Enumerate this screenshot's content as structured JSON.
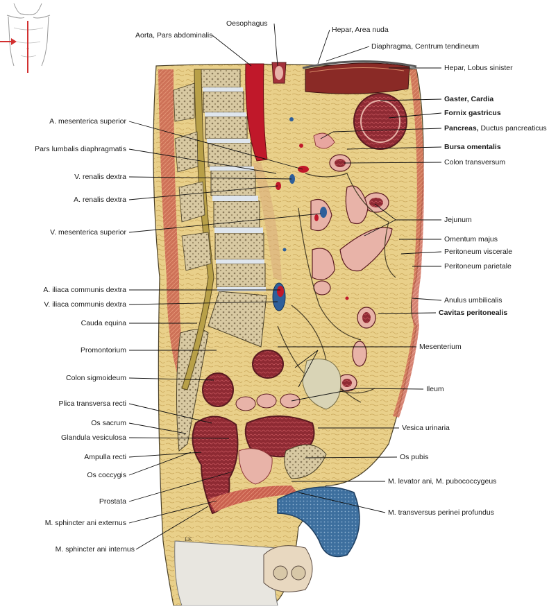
{
  "figure": {
    "signature": "EK",
    "colors": {
      "tissue": "#e9d08a",
      "tissue_dark": "#d9b96a",
      "bone": "#c9b48a",
      "artery": "#c0182a",
      "vein": "#2e5f9a",
      "organ": "#9e2f38",
      "organ_light": "#e8b3a8",
      "muscle": "#c85a4a",
      "outline": "#3a3320",
      "pointer_arrow": "#d23030"
    }
  },
  "labels": {
    "oesophagus": "Oesophagus",
    "aorta": "Aorta, Pars abdominalis",
    "hepar_area_nuda": "Hepar, Area nuda",
    "diaphragma": "Diaphragma, Centrum tendineum",
    "hepar_lobus": "Hepar, Lobus sinister",
    "gaster_cardia": "Gaster, Cardia",
    "fornix": "Fornix gastricus",
    "pancreas_bold": "Pancreas,",
    "pancreas_rest": " Ductus pancreaticus",
    "bursa": "Bursa omentalis",
    "colon_transversum": "Colon transversum",
    "jejunum": "Jejunum",
    "omentum": "Omentum majus",
    "peritoneum_viscerale": "Peritoneum viscerale",
    "peritoneum_parietale": "Peritoneum parietale",
    "anulus": "Anulus umbilicalis",
    "cavitas": "Cavitas peritonealis",
    "mesenterium": "Mesenterium",
    "ileum": "Ileum",
    "vesica": "Vesica urinaria",
    "os_pubis": "Os pubis",
    "levator": "M. levator ani, M. pubococcygeus",
    "transversus": "M. transversus perinei profundus",
    "a_mesenterica": "A. mesenterica superior",
    "pars_lumbalis": "Pars lumbalis diaphragmatis",
    "v_renalis": "V. renalis dextra",
    "a_renalis": "A. renalis dextra",
    "v_mesenterica": "V. mesenterica superior",
    "a_iliaca": "A. iliaca communis dextra",
    "v_iliaca": "V. iliaca communis dextra",
    "cauda": "Cauda equina",
    "promontorium": "Promontorium",
    "colon_sigmoideum": "Colon sigmoideum",
    "plica": "Plica transversa recti",
    "os_sacrum": "Os sacrum",
    "glandula": "Glandula vesiculosa",
    "ampulla": "Ampulla recti",
    "os_coccygis": "Os coccygis",
    "prostata": "Prostata",
    "sphincter_ext": "M. sphincter ani externus",
    "sphincter_int": "M. sphincter ani internus"
  }
}
